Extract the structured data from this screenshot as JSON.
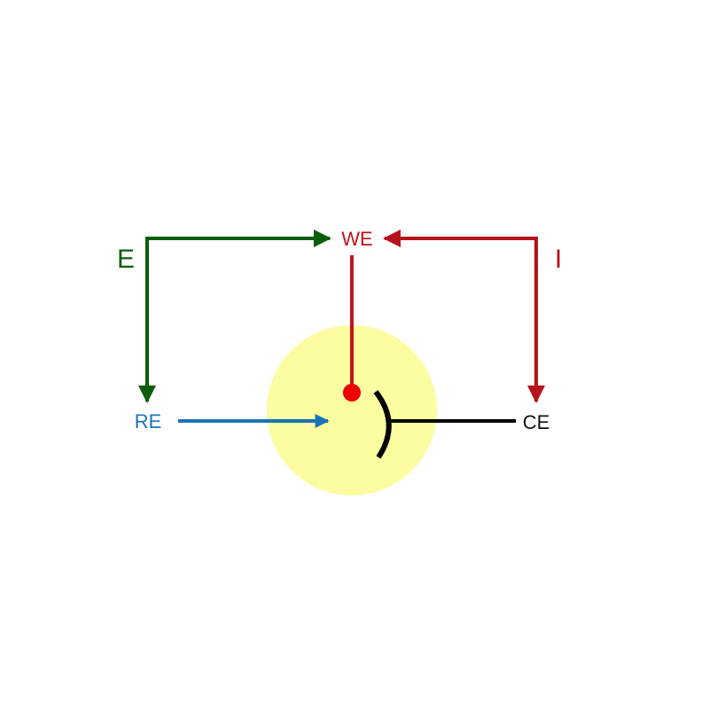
{
  "labels": {
    "we": "WE",
    "re": "RE",
    "ce": "CE",
    "potential": "E",
    "current": "I"
  },
  "colors": {
    "potential_path": "#0b5e0b",
    "current_path": "#b5121b",
    "working_electrode_dot": "#ee0000",
    "reference_arrow": "#1a73b8",
    "counter_electrode": "#000000",
    "cell": "#fcfca0"
  }
}
